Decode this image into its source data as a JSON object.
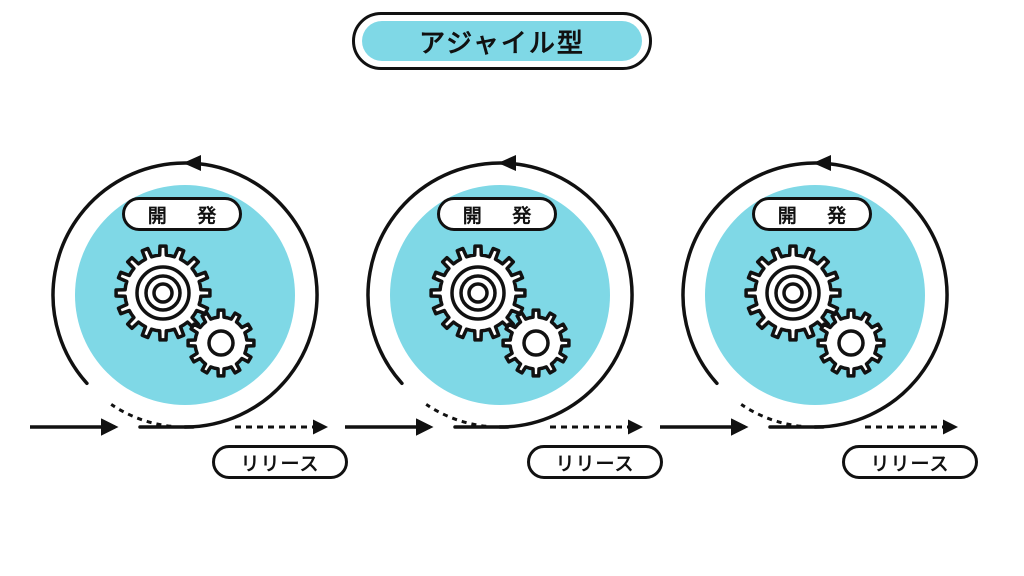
{
  "title": "アジャイル型",
  "cycles": [
    {
      "dev_label": "開 発",
      "release_label": "リリース"
    },
    {
      "dev_label": "開 発",
      "release_label": "リリース"
    },
    {
      "dev_label": "開 発",
      "release_label": "リリース"
    }
  ],
  "colors": {
    "accent": "#7fd8e6",
    "line": "#111111"
  },
  "icons": [
    "gear-icon",
    "arrow-right-icon",
    "cycle-arrow-icon"
  ]
}
